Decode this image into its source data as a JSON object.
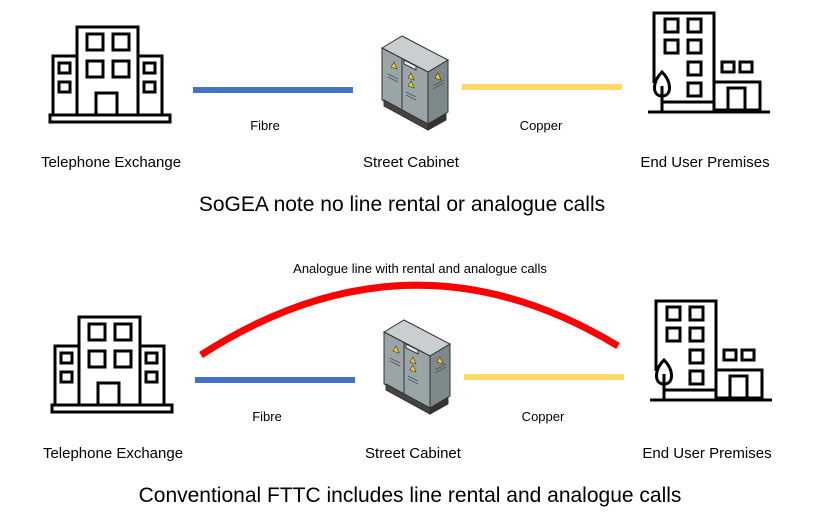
{
  "colors": {
    "fibre": "#4472C4",
    "copper": "#FFD966",
    "analogue": "#FF0000",
    "icon_stroke": "#000000",
    "cabinet_body": "#9AA5A8",
    "cabinet_top": "#C9CFD1",
    "warning": "#F2D21A"
  },
  "diagrams": [
    {
      "id": "sogea",
      "nodes": {
        "exchange": "Telephone  Exchange",
        "cabinet": "Street Cabinet",
        "premises": "End User Premises"
      },
      "links": {
        "fibre": "Fibre",
        "copper": "Copper"
      },
      "caption": "SoGEA note no line rental or analogue calls"
    },
    {
      "id": "fttc",
      "nodes": {
        "exchange": "Telephone  Exchange",
        "cabinet": "Street Cabinet",
        "premises": "End User Premises"
      },
      "links": {
        "fibre": "Fibre",
        "copper": "Copper",
        "analogue": "Analogue line with rental and analogue calls"
      },
      "caption": "Conventional FTTC includes line rental and analogue calls"
    }
  ]
}
